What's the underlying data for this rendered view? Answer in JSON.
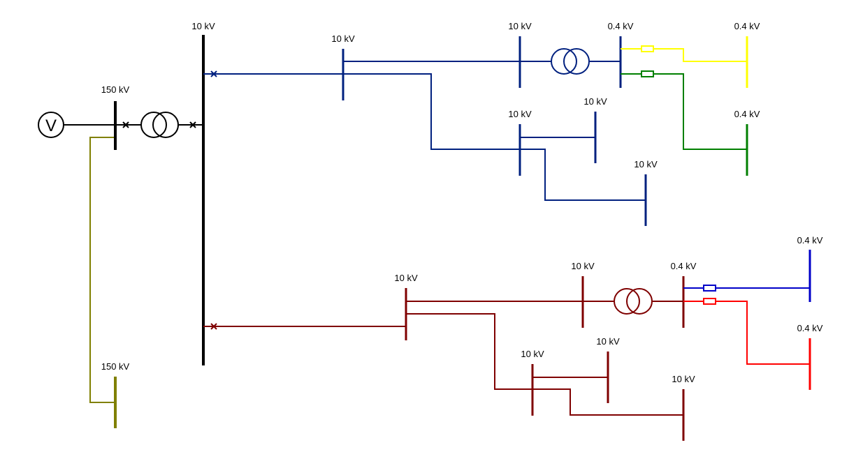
{
  "diagram": {
    "source_label": "V",
    "labels": {
      "hv_bus_main": "150 kV",
      "hv_bus_aux": "150 kV",
      "mv_main_bus": "10 kV",
      "upper": {
        "bus_a": "10 kV",
        "bus_tx_hv": "10 kV",
        "bus_tx_lv": "0.4 kV",
        "bus_yellow": "0.4 kV",
        "bus_green": "0.4 kV",
        "bus_b": "10 kV",
        "bus_c": "10 kV",
        "bus_d": "10 kV"
      },
      "lower": {
        "bus_a": "10 kV",
        "bus_tx_hv": "10 kV",
        "bus_tx_lv": "0.4 kV",
        "bus_blue": "0.4 kV",
        "bus_red": "0.4 kV",
        "bus_b": "10 kV",
        "bus_c": "10 kV",
        "bus_d": "10 kV"
      }
    },
    "colors": {
      "hv": "#000000",
      "hv_aux": "#808000",
      "upper_feeder": "#00207f",
      "lower_feeder": "#7f0000",
      "yellow_lv": "#ffff00",
      "green_lv": "#007f00",
      "blue_lv": "#0000c8",
      "red_lv": "#ff0000"
    }
  }
}
